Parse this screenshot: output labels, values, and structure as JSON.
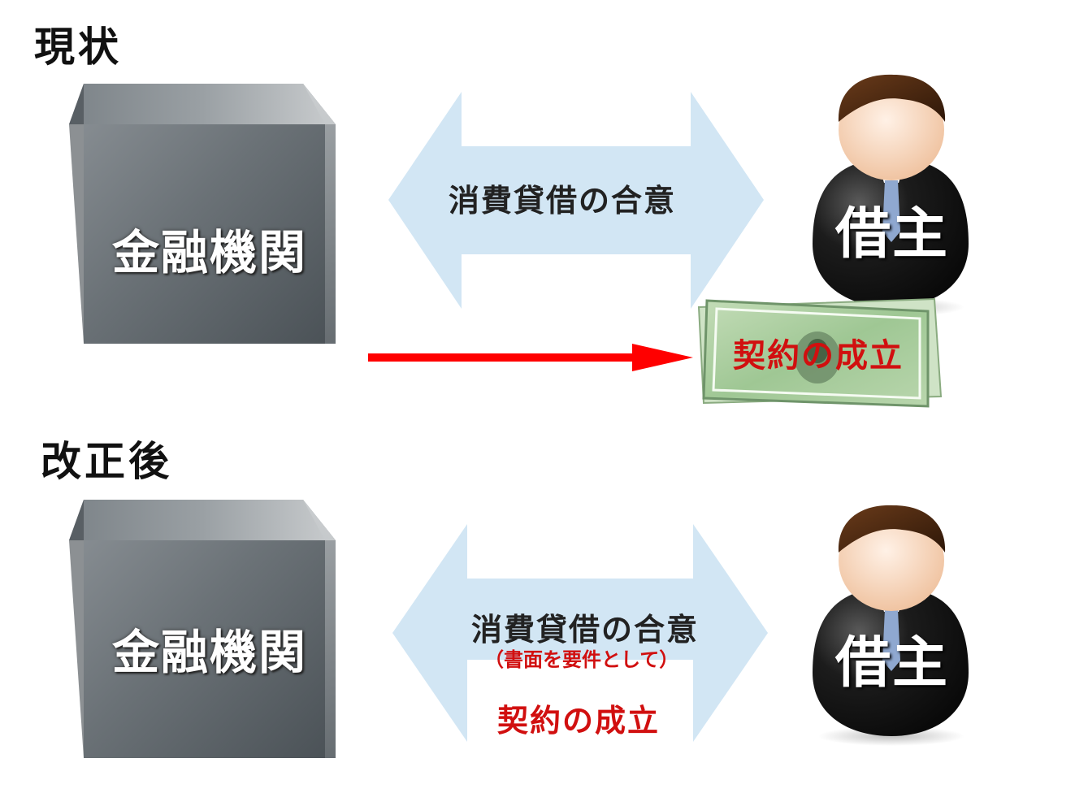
{
  "sections": [
    {
      "title": "現状",
      "institution": "金融機関",
      "agreement": "消費貸借の合意",
      "borrower": "借主",
      "contract": "契約の成立"
    },
    {
      "title": "改正後",
      "institution": "金融機関",
      "agreement": "消費貸借の合意",
      "condition": "（書面を要件として）",
      "borrower": "借主",
      "contract": "契約の成立"
    }
  ],
  "colors": {
    "arrow_fill": "#d2e6f4",
    "red_arrow": "#ff0000",
    "contract_text": "#d10f0f",
    "cube_dark": "#4e555b",
    "cube_light": "#bfc3c6",
    "suit": "#0c0c0c",
    "tie": "#8fa8d0",
    "banknote": "#a9cf9f"
  },
  "icons": [
    "institution-cube-icon",
    "borrower-person-icon",
    "banknote-icon",
    "red-arrow-icon"
  ]
}
